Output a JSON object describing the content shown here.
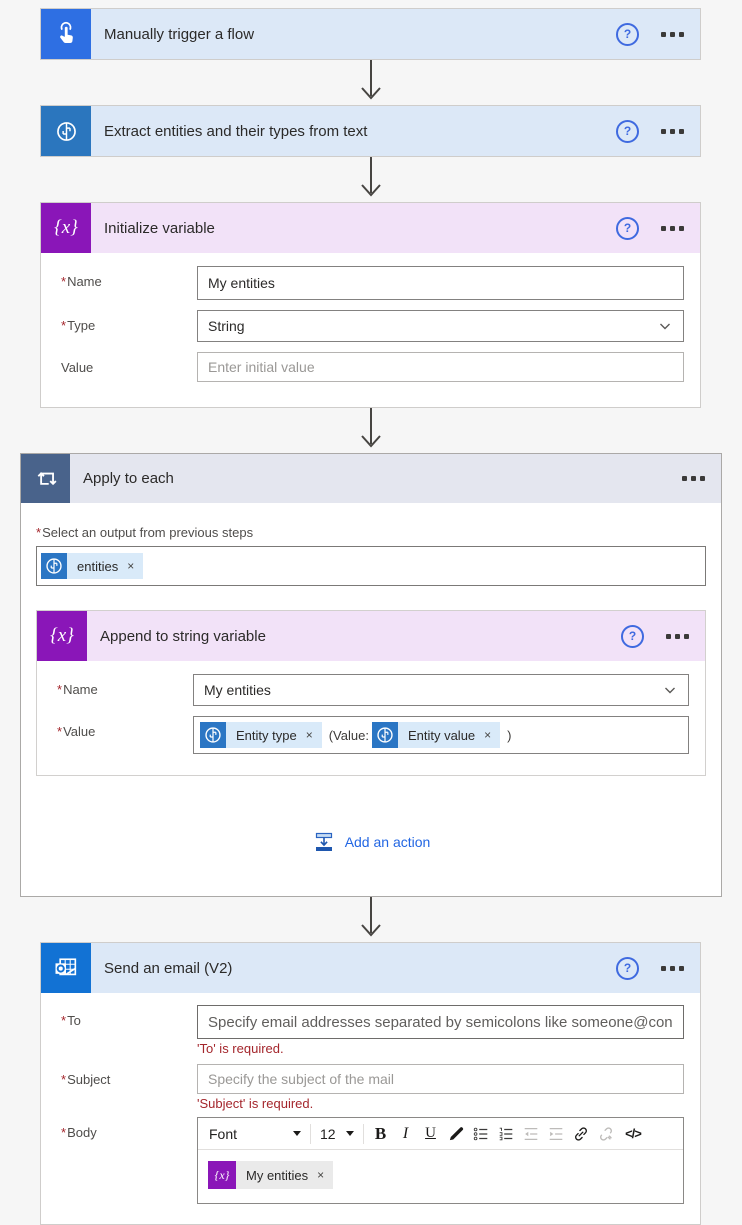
{
  "icons": {
    "help": "?",
    "close": "×",
    "code_glyph": "</>",
    "variable_glyph": "{x}",
    "bold": "B",
    "italic": "I",
    "underline": "U"
  },
  "strings": {
    "required_mark": "*"
  },
  "trigger": {
    "title": "Manually trigger a flow"
  },
  "extract": {
    "title": "Extract entities and their types from text"
  },
  "initialize": {
    "title": "Initialize variable",
    "name_label": "Name",
    "name_value": "My entities",
    "type_label": "Type",
    "type_value": "String",
    "value_label": "Value",
    "value_placeholder": "Enter initial value"
  },
  "apply_to_each": {
    "title": "Apply to each",
    "output_label": "Select an output from previous steps",
    "output_token": "entities",
    "add_action": "Add an action"
  },
  "append": {
    "title": "Append to string variable",
    "name_label": "Name",
    "name_value": "My entities",
    "value_label": "Value",
    "token1": "Entity type",
    "between": "(Value:",
    "token2": "Entity value",
    "after": ")"
  },
  "email": {
    "title": "Send an email (V2)",
    "to_label": "To",
    "to_placeholder": "Specify email addresses separated by semicolons like someone@con",
    "to_error": "'To' is required.",
    "subject_label": "Subject",
    "subject_placeholder": "Specify the subject of the mail",
    "subject_error": "'Subject' is required.",
    "body_label": "Body",
    "toolbar": {
      "font": "Font",
      "size": "12"
    },
    "body_token": "My entities"
  },
  "colors": {
    "page_bg": "#F6F6F6",
    "trigger_blue": "#2E6FE3",
    "ai_blue": "#2B76BE",
    "variable_purple": "#8A16B8",
    "scope_slate": "#49638B",
    "outlook_blue": "#1272D4",
    "header_blue_tint": "#DCE8F7",
    "header_purple_tint": "#F2E2F8",
    "header_slate_tint": "#E4E6EF",
    "help_blue": "#3F6AE0",
    "link_blue": "#2266E3",
    "error_red": "#A4262C",
    "token_blue_bg": "#D9EAF9",
    "token_gray_bg": "#EAEAEA"
  }
}
